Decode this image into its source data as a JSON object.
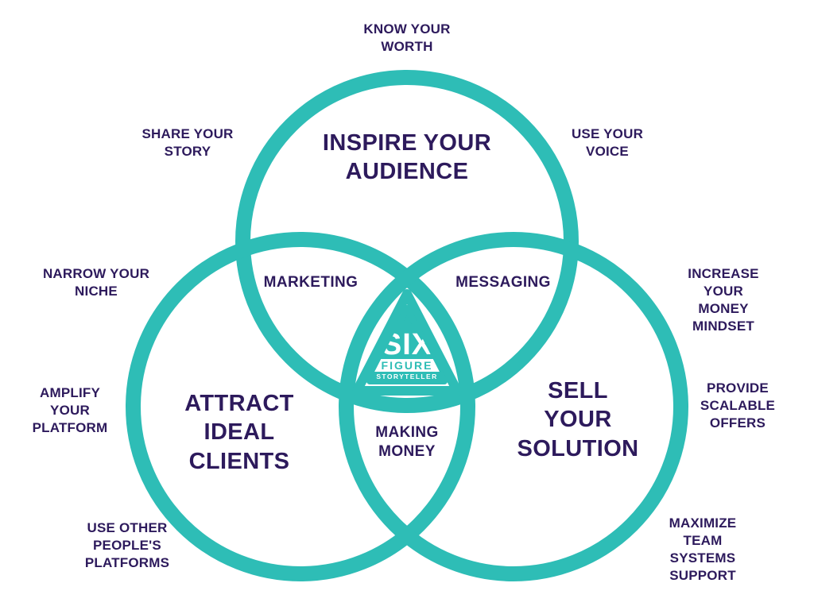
{
  "colors": {
    "teal": "#2ebdb6",
    "purple": "#2d1a5c"
  },
  "diagram": {
    "center_logo": {
      "line1": "SIX",
      "line2": "FIGURE",
      "line3": "STORYTELLER"
    },
    "circles": [
      {
        "id": "inspire-your-audience",
        "label": "INSPIRE YOUR\nAUDIENCE"
      },
      {
        "id": "attract-ideal-clients",
        "label": "ATTRACT\nIDEAL\nCLIENTS"
      },
      {
        "id": "sell-your-solution",
        "label": "SELL\nYOUR\nSOLUTION"
      }
    ],
    "intersections": [
      {
        "id": "marketing",
        "label": "MARKETING"
      },
      {
        "id": "messaging",
        "label": "MESSAGING"
      },
      {
        "id": "making-money",
        "label": "MAKING\nMONEY"
      }
    ],
    "outer_labels": [
      {
        "id": "know-your-worth",
        "label": "KNOW YOUR\nWORTH"
      },
      {
        "id": "share-your-story",
        "label": "SHARE YOUR\nSTORY"
      },
      {
        "id": "use-your-voice",
        "label": "USE YOUR\nVOICE"
      },
      {
        "id": "narrow-your-niche",
        "label": "NARROW YOUR\nNICHE"
      },
      {
        "id": "increase-your-money-mindset",
        "label": "INCREASE YOUR\nMONEY MINDSET"
      },
      {
        "id": "amplify-your-platform",
        "label": "AMPLIFY\nYOUR\nPLATFORM"
      },
      {
        "id": "provide-scalable-offers",
        "label": "PROVIDE\nSCALABLE\nOFFERS"
      },
      {
        "id": "use-other-peoples-platforms",
        "label": "USE OTHER\nPEOPLE'S\nPLATFORMS"
      },
      {
        "id": "maximize-team-systems-support",
        "label": "MAXIMIZE\nTEAM\nSYSTEMS\nSUPPORT"
      }
    ]
  }
}
